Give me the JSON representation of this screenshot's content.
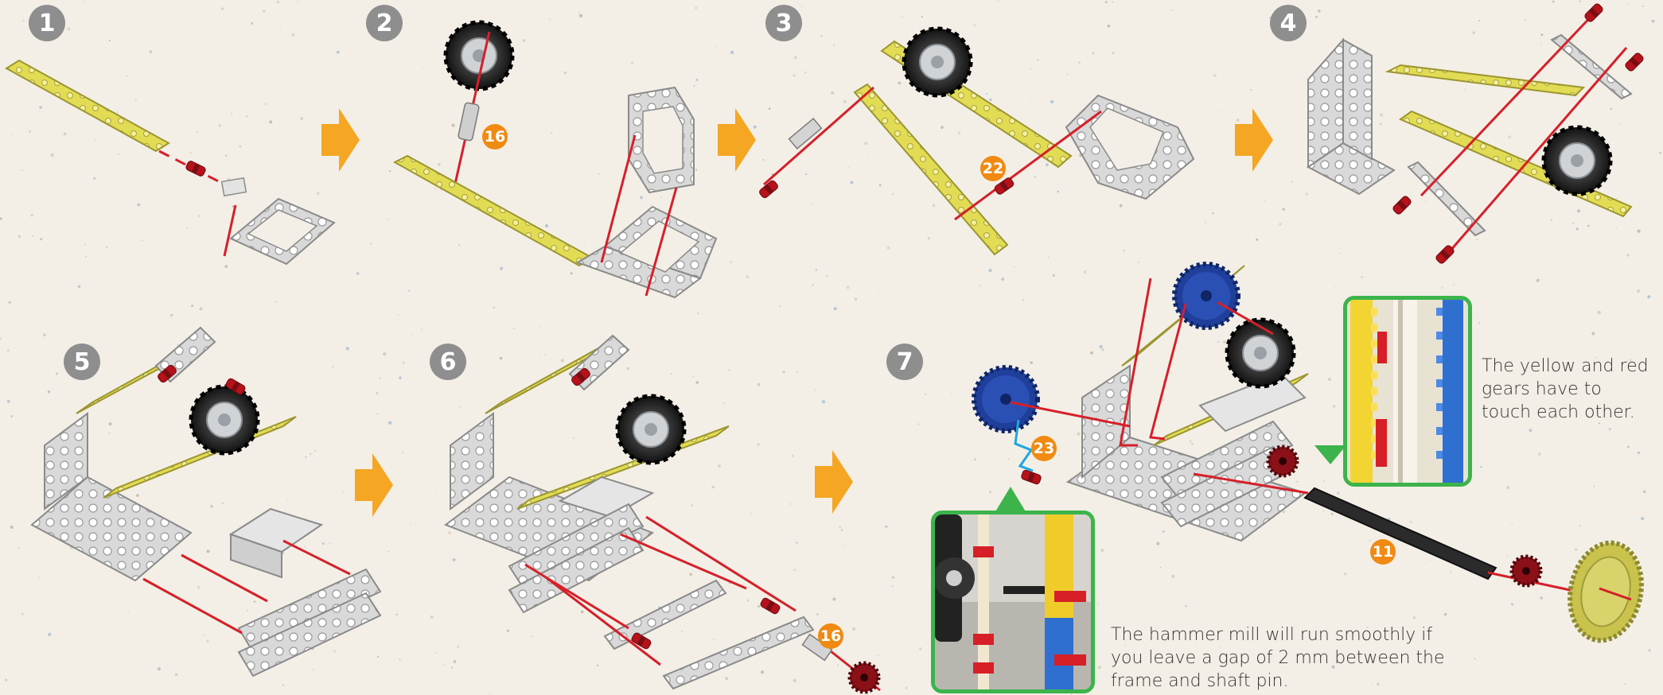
{
  "steps": [
    {
      "number": "1"
    },
    {
      "number": "2"
    },
    {
      "number": "3"
    },
    {
      "number": "4"
    },
    {
      "number": "5"
    },
    {
      "number": "6"
    },
    {
      "number": "7"
    }
  ],
  "part_badges": {
    "step2": "16",
    "step3": "22",
    "step6": "16",
    "step7_pin": "23",
    "step7_axle": "11"
  },
  "notes": {
    "gear_note": "The yellow and red gears have to touch each other.",
    "gap_note": "The hammer mill will run smoothly if you leave a gap of 2 mm between the frame and shaft pin."
  },
  "colors": {
    "background": "#f3efe6",
    "step_circle": "#8e8e8e",
    "badge": "#f08a12",
    "arrow": "#f5a623",
    "assembly_line": "#d5202a",
    "inset_border": "#3cb44b",
    "yellow_beam": "#e2dc55",
    "frame_grey": "#d6d6d6",
    "blue_gear": "#1f3f9a"
  },
  "icons": [
    "step-arrow-icon",
    "wheel-icon",
    "gear-icon"
  ]
}
